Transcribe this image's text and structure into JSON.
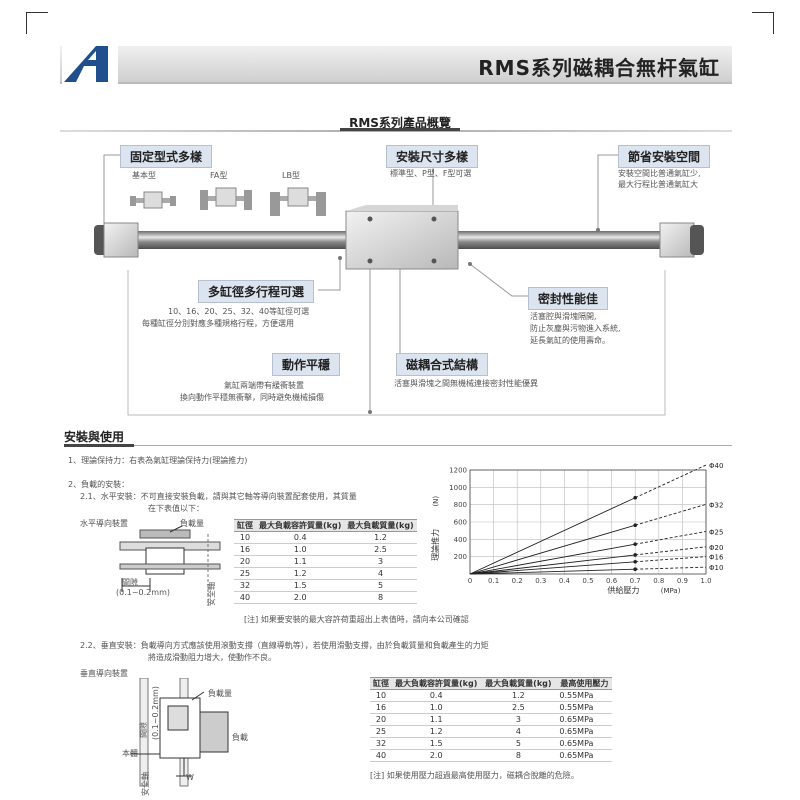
{
  "header": {
    "title": "RMS系列磁耦合無杆氣缸",
    "overview_title": "RMS系列產品概覽"
  },
  "callouts": {
    "fixed_types": {
      "label": "固定型式多樣",
      "types": [
        "基本型",
        "FA型",
        "LB型"
      ]
    },
    "mount_size": {
      "label": "安裝尺寸多樣",
      "desc": "標準型、P型、F型可選"
    },
    "space_saving": {
      "label": "節省安裝空間",
      "desc": [
        "安裝空間比普通氣缸少,",
        "最大行程比普通氣缸大"
      ]
    },
    "bore_stroke": {
      "label": "多缸徑多行程可選",
      "desc": [
        "10、16、20、25、32、40等缸徑可選",
        "每種缸徑分別對應多種規格行程，方便選用"
      ]
    },
    "sealing": {
      "label": "密封性能佳",
      "desc": [
        "活塞腔與滑塊隔開,",
        "防止灰塵與污物進入系統,",
        "延長氣缸的使用壽命。"
      ]
    },
    "stable": {
      "label": "動作平穩",
      "desc": [
        "氣缸兩端帶有緩衝裝置",
        "換向動作平穩無衝擊，同時避免機械損傷"
      ]
    },
    "magnetic": {
      "label": "磁耦合式結構",
      "desc": "活塞與滑塊之間無機械連接密封性能優異"
    }
  },
  "install": {
    "section_title": "安裝與使用",
    "item1": "1、理論保持力：右表為氣缸理論保持力(理論推力)",
    "item2": "2、負載的安裝：",
    "item21_a": "2.1、水平安裝：不可直接安裝負載，請與其它軸等導向裝置配套使用，其質量",
    "item21_b": "在下表值以下：",
    "horiz_caption": "水平導向裝置",
    "horiz_load_label": "負載量",
    "gap_label": "間隙",
    "gap_value": "(0.1~0.2mm)",
    "safety_label": "安全軸",
    "note1": "[注] 如果要安裝的最大容許荷重超出上表值時，請向本公司確認",
    "item22_a": "2.2、垂直安裝：負載導向方式應該使用滾動支撐（直線導軌等），若使用滑動支撐，由於負載質量和負載產生的力矩",
    "item22_b": "將造成滑動阻力增大，使動作不良。",
    "vert_caption": "垂直導向裝置",
    "vert_load_label": "負載量",
    "vert_load2_label": "負載",
    "vert_gap_label": "間隙",
    "vert_gap_value": "(0.1~0.2mm)",
    "body_label": "本體",
    "safety2_label": "安全軸",
    "w_label": "W",
    "note2": "[注] 如果使用壓力超過最高使用壓力，磁耦合脫離的危險。"
  },
  "table1": {
    "headers": [
      "缸徑",
      "最大負載容許質量(kg)",
      "最大負載質量(kg)"
    ],
    "rows": [
      [
        "10",
        "0.4",
        "1.2"
      ],
      [
        "16",
        "1.0",
        "2.5"
      ],
      [
        "20",
        "1.1",
        "3"
      ],
      [
        "25",
        "1.2",
        "4"
      ],
      [
        "32",
        "1.5",
        "5"
      ],
      [
        "40",
        "2.0",
        "8"
      ]
    ]
  },
  "table2": {
    "headers": [
      "缸徑",
      "最大負載容許質量(kg)",
      "最大負載質量(kg)",
      "最高使用壓力"
    ],
    "rows": [
      [
        "10",
        "0.4",
        "1.2",
        "0.55MPa"
      ],
      [
        "16",
        "1.0",
        "2.5",
        "0.55MPa"
      ],
      [
        "20",
        "1.1",
        "3",
        "0.65MPa"
      ],
      [
        "25",
        "1.2",
        "4",
        "0.65MPa"
      ],
      [
        "32",
        "1.5",
        "5",
        "0.65MPa"
      ],
      [
        "40",
        "2.0",
        "8",
        "0.65MPa"
      ]
    ]
  },
  "chart_data": {
    "type": "line",
    "xlabel": "供給壓力",
    "xunit": "(MPa)",
    "ylabel": "理論推力",
    "yunit": "(N)",
    "xlim": [
      0,
      1.0
    ],
    "ylim": [
      0,
      1200
    ],
    "xticks": [
      "0",
      "0.1",
      "0.2",
      "0.3",
      "0.4",
      "0.5",
      "0.6",
      "0.7",
      "0.8",
      "0.9",
      "1.0"
    ],
    "yticks": [
      "200",
      "400",
      "600",
      "800",
      "1000",
      "1200"
    ],
    "solid_until": 0.7,
    "series": [
      {
        "name": "Φ40",
        "values": [
          [
            0,
            0
          ],
          [
            0.7,
            880
          ],
          [
            1.0,
            1257
          ]
        ]
      },
      {
        "name": "Φ32",
        "values": [
          [
            0,
            0
          ],
          [
            0.7,
            563
          ],
          [
            1.0,
            804
          ]
        ]
      },
      {
        "name": "Φ25",
        "values": [
          [
            0,
            0
          ],
          [
            0.7,
            344
          ],
          [
            1.0,
            491
          ]
        ]
      },
      {
        "name": "Φ20",
        "values": [
          [
            0,
            0
          ],
          [
            0.7,
            220
          ],
          [
            1.0,
            314
          ]
        ]
      },
      {
        "name": "Φ16",
        "values": [
          [
            0,
            0
          ],
          [
            0.7,
            141
          ],
          [
            1.0,
            201
          ]
        ]
      },
      {
        "name": "Φ10",
        "values": [
          [
            0,
            0
          ],
          [
            0.7,
            55
          ],
          [
            1.0,
            79
          ]
        ]
      }
    ]
  },
  "colors": {
    "header_bg": "#dadada",
    "logo_blue": "#1f4f8c",
    "accent_red": "#c0392b",
    "callout_bg": "#dce4ef"
  }
}
